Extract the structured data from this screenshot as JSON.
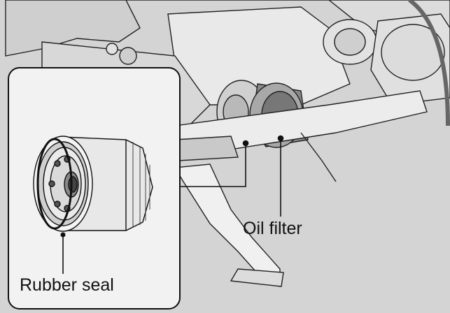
{
  "labels": {
    "oil_filter": "Oil filter",
    "rubber_seal": "Rubber seal"
  },
  "colors": {
    "background": "#d4d4d4",
    "engine_fill": "#e9e9e9",
    "engine_shade": "#cfcfcf",
    "outline": "#222222",
    "inset_fill": "#f2f2f2",
    "filter_dark": "#555555"
  },
  "icons": {
    "oil_filter": "oil-filter-illustration",
    "rubber_seal": "rubber-seal-illustration"
  }
}
